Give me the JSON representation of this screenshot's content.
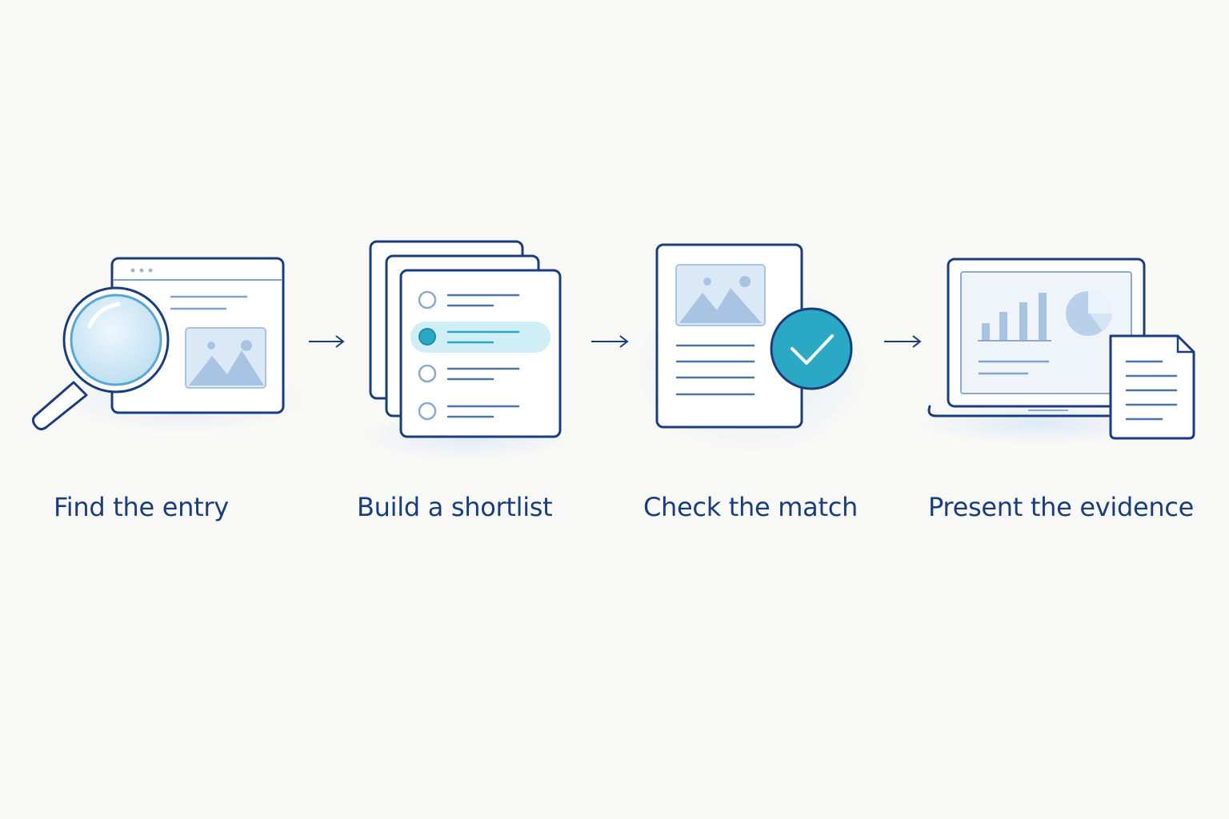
{
  "colors": {
    "background": "#f8f8f6",
    "outline": "#1a3d7c",
    "fill_light": "#a9c4e2",
    "accent_teal": "#2aa8c4",
    "glow": "#e3eef8"
  },
  "steps": [
    {
      "label": "Find the entry",
      "icon": "magnifier-over-browser-icon"
    },
    {
      "label": "Build a shortlist",
      "icon": "stacked-list-cards-icon"
    },
    {
      "label": "Check the match",
      "icon": "document-checkmark-icon"
    },
    {
      "label": "Present the evidence",
      "icon": "laptop-chart-report-icon"
    }
  ],
  "connectors": [
    "arrow-right-icon",
    "arrow-right-icon",
    "arrow-right-icon"
  ]
}
